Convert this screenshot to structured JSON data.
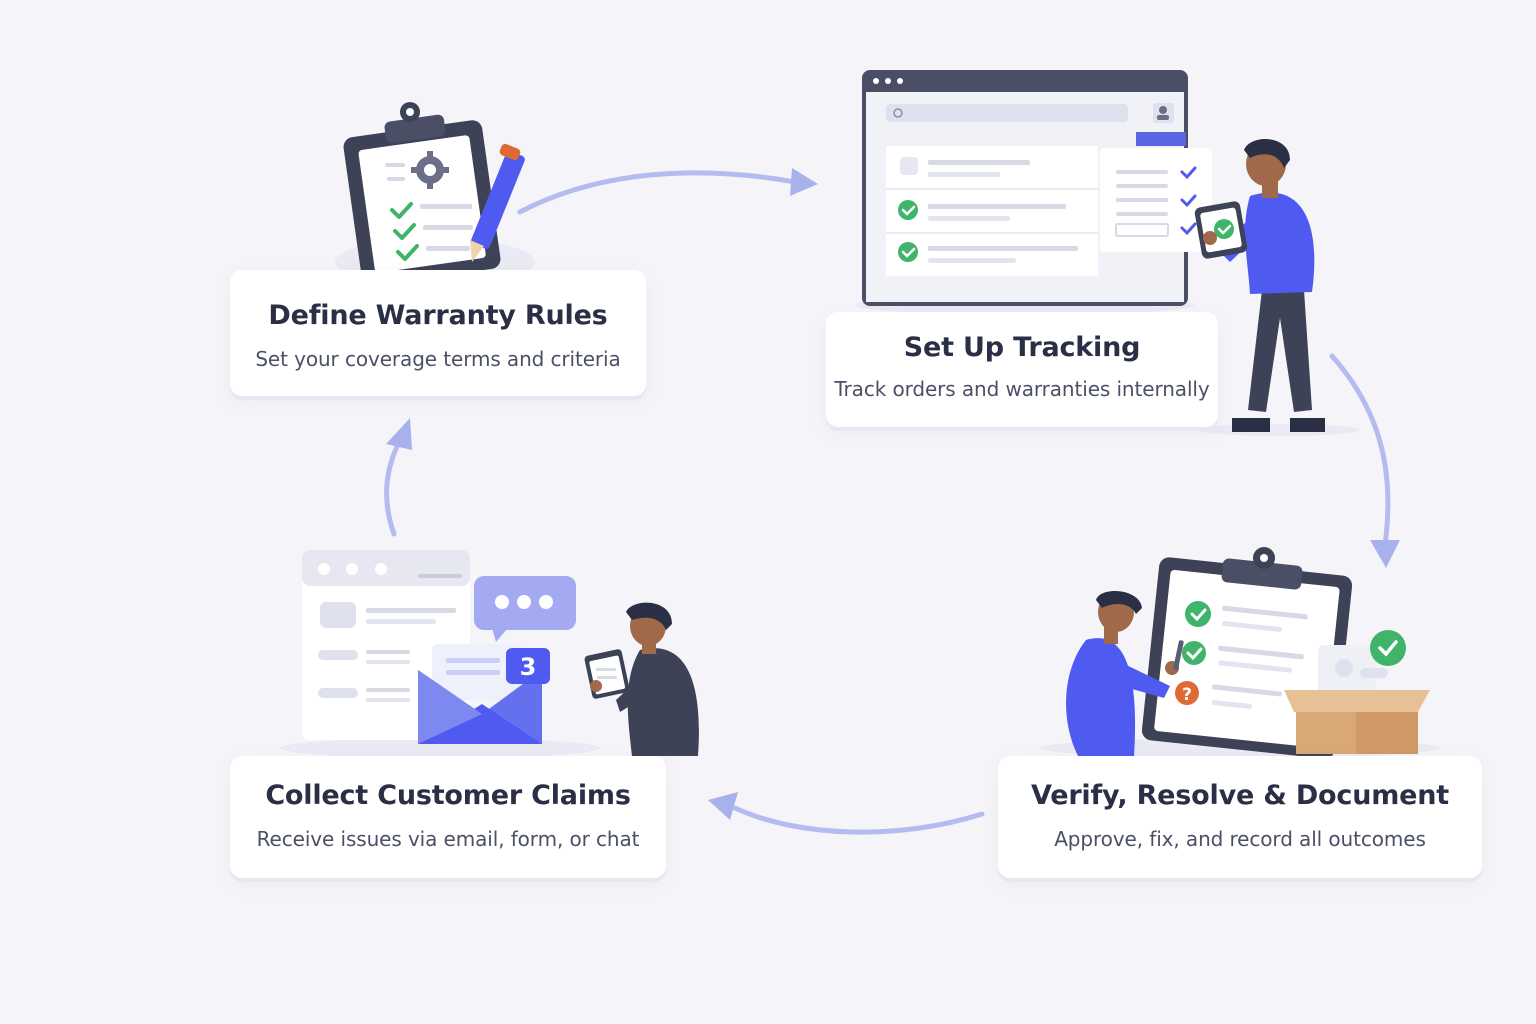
{
  "steps": [
    {
      "title": "Define Warranty Rules",
      "subtitle": "Set your coverage terms and criteria"
    },
    {
      "title": "Set Up Tracking",
      "subtitle": "Track orders and warranties internally"
    },
    {
      "title": "Collect Customer Claims",
      "subtitle": "Receive issues via email, form, or chat"
    },
    {
      "title": "Verify, Resolve & Document",
      "subtitle": "Approve, fix, and record all outcomes"
    }
  ],
  "illustrations": {
    "unread_count": "3",
    "icons": [
      "clipboard-icon",
      "gear-icon",
      "pencil-icon",
      "browser-window-icon",
      "tablet-icon",
      "envelope-icon",
      "chat-bubble-icon",
      "package-box-icon",
      "question-mark-icon",
      "checkmark-icon"
    ]
  },
  "colors": {
    "background": "#f5f5f9",
    "accent_blue": "#4f5bf0",
    "arrow": "#a9b1ec",
    "check_green": "#3fb46a",
    "alert_orange": "#e06a35",
    "dark_slate": "#3d4257"
  }
}
